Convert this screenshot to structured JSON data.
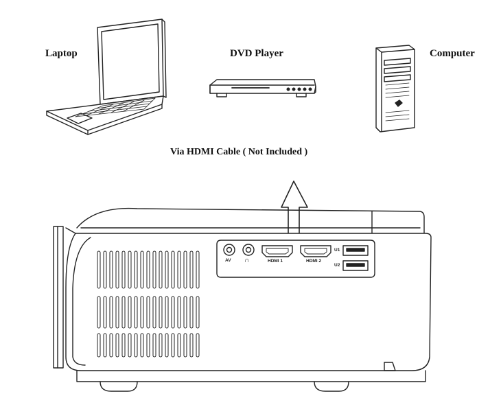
{
  "devices": {
    "laptop": "Laptop",
    "dvd_player": "DVD Player",
    "computer": "Computer"
  },
  "caption": "Via HDMI Cable ( Not Included )",
  "ports": {
    "av": "AV",
    "headphone_icon": "headphone-icon",
    "hdmi1": "HDMI 1",
    "hdmi2": "HDMI 2",
    "usb1": "U1",
    "usb2": "U2"
  },
  "colors": {
    "line": "#222222",
    "background": "#ffffff"
  }
}
